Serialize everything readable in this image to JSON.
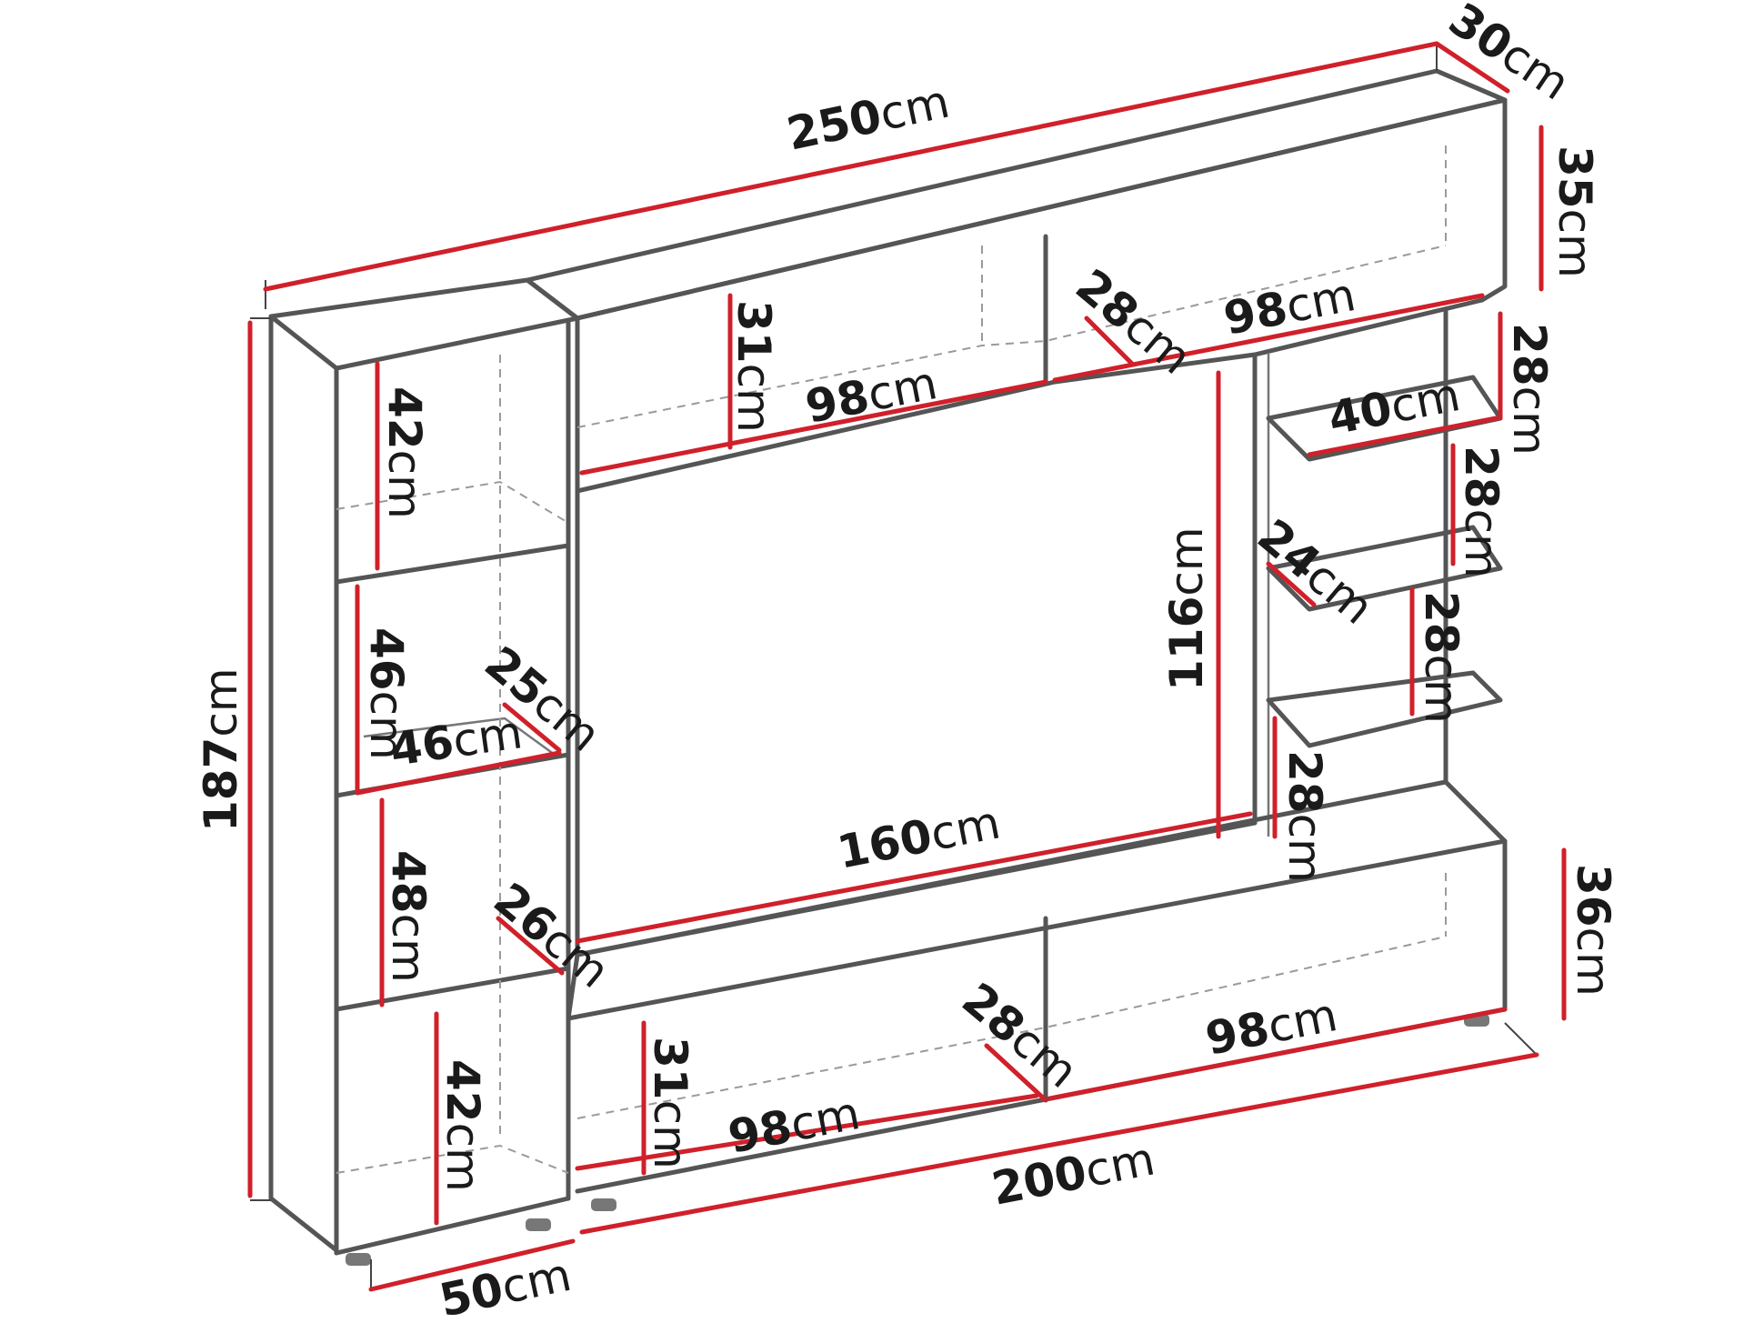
{
  "unit": "cm",
  "colors": {
    "dimension_line": "#d0202a",
    "outline": "#555555",
    "hidden_edge": "#9a9a9a"
  },
  "dimensions": {
    "total_width": {
      "value": "250",
      "unit": "cm"
    },
    "depth_top": {
      "value": "30",
      "unit": "cm"
    },
    "top_right_height": {
      "value": "35",
      "unit": "cm"
    },
    "total_height": {
      "value": "187",
      "unit": "cm"
    },
    "left_top_height": {
      "value": "42",
      "unit": "cm"
    },
    "left_mid_height": {
      "value": "46",
      "unit": "cm"
    },
    "left_mid_depth": {
      "value": "25",
      "unit": "cm"
    },
    "left_mid_width": {
      "value": "46",
      "unit": "cm"
    },
    "left_low_height": {
      "value": "48",
      "unit": "cm"
    },
    "left_low_depth": {
      "value": "26",
      "unit": "cm"
    },
    "left_bottom_height": {
      "value": "42",
      "unit": "cm"
    },
    "left_base_width": {
      "value": "50",
      "unit": "cm"
    },
    "upper_height": {
      "value": "31",
      "unit": "cm"
    },
    "upper_left_width": {
      "value": "98",
      "unit": "cm"
    },
    "upper_depth": {
      "value": "28",
      "unit": "cm"
    },
    "upper_right_width": {
      "value": "98",
      "unit": "cm"
    },
    "tv_height": {
      "value": "116",
      "unit": "cm"
    },
    "tv_width": {
      "value": "160",
      "unit": "cm"
    },
    "shelf_gap_1": {
      "value": "28",
      "unit": "cm"
    },
    "shelf_width": {
      "value": "40",
      "unit": "cm"
    },
    "shelf_gap_2": {
      "value": "28",
      "unit": "cm"
    },
    "shelf_depth": {
      "value": "24",
      "unit": "cm"
    },
    "shelf_gap_3": {
      "value": "28",
      "unit": "cm"
    },
    "shelf_gap_4": {
      "value": "28",
      "unit": "cm"
    },
    "lower_right_height": {
      "value": "36",
      "unit": "cm"
    },
    "lower_height": {
      "value": "31",
      "unit": "cm"
    },
    "lower_left_width": {
      "value": "98",
      "unit": "cm"
    },
    "lower_depth": {
      "value": "28",
      "unit": "cm"
    },
    "lower_right_width": {
      "value": "98",
      "unit": "cm"
    },
    "base_width": {
      "value": "200",
      "unit": "cm"
    }
  }
}
